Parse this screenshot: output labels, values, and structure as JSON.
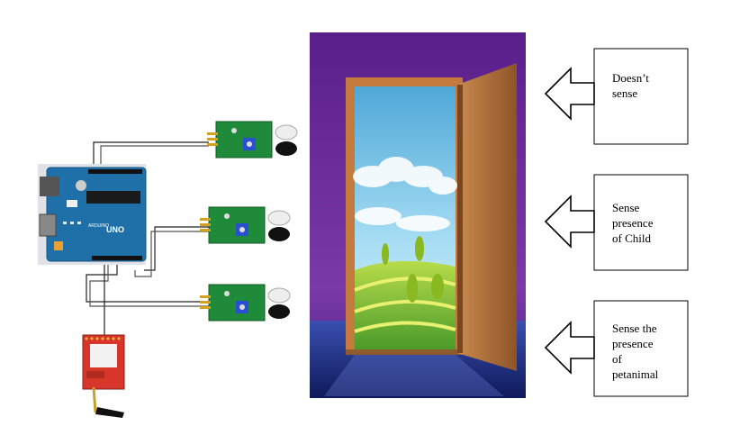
{
  "labels": [
    {
      "text": "Doesn’t\nsense"
    },
    {
      "text": "Sense\npresence\nof Child"
    },
    {
      "text": "Sense the\npresence\nof\npetanimal"
    }
  ],
  "board": {
    "brand_text": "UNO",
    "model_text": "ARDUINO"
  },
  "colors": {
    "board_blue": "#1f6fa8",
    "sensor_pcb": "#1e8a3a",
    "gsm_red": "#d8362b",
    "sky_top": "#4fa8d8",
    "sky_bottom": "#c8ecf8",
    "purple_wall": "#6a2a9a",
    "door_wood": "#b0743e",
    "floor_dark": "#1b2a78"
  },
  "icons": [
    "arrow-left-icon",
    "arduino-board-icon",
    "ir-sensor-icon",
    "gsm-module-icon",
    "door-icon"
  ]
}
